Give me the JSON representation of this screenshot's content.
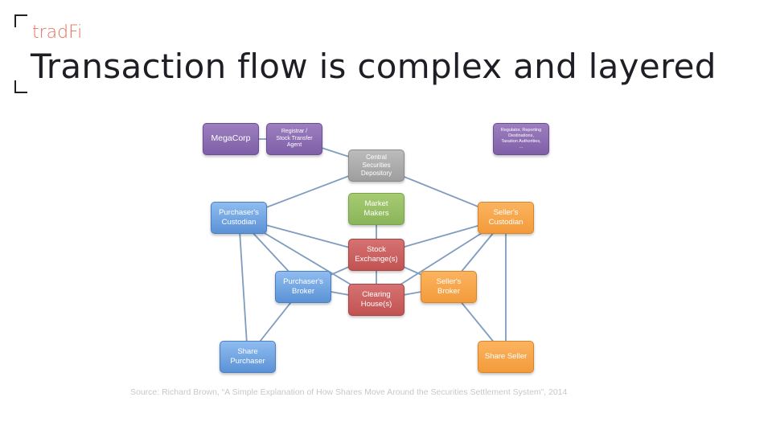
{
  "header": {
    "eyebrow": "tradFi",
    "title": "Transaction flow is complex and layered"
  },
  "diagram": {
    "nodes": {
      "megacorp": "MegaCorp",
      "registrar": "Registrar /\nStock Transfer\nAgent",
      "regulator": "Regulator, Reporting\nDestinations,\nTaxation Authorities,\n...",
      "csd": "Central\nSecurities\nDepository",
      "market_makers": "Market\nMakers",
      "purchaser_custodian": "Purchaser's\nCustodian",
      "seller_custodian": "Seller's\nCustodian",
      "stock_exchange": "Stock\nExchange(s)",
      "purchaser_broker": "Purchaser's\nBroker",
      "seller_broker": "Seller's\nBroker",
      "clearing_house": "Clearing\nHouse(s)",
      "share_purchaser": "Share\nPurchaser",
      "share_seller": "Share Seller"
    },
    "colors": {
      "purple": "#8a6bb3",
      "grey": "#ababab",
      "green": "#97bf65",
      "blue": "#6aa2e2",
      "red": "#cc5f5f",
      "orange": "#f7a54a",
      "edge": "#7f9cc0"
    },
    "edges": [
      [
        "megacorp",
        "registrar"
      ],
      [
        "registrar",
        "csd"
      ],
      [
        "csd",
        "purchaser_custodian"
      ],
      [
        "csd",
        "seller_custodian"
      ],
      [
        "market_makers",
        "stock_exchange"
      ],
      [
        "purchaser_custodian",
        "purchaser_broker"
      ],
      [
        "purchaser_custodian",
        "stock_exchange"
      ],
      [
        "purchaser_custodian",
        "clearing_house"
      ],
      [
        "purchaser_custodian",
        "share_purchaser"
      ],
      [
        "seller_custodian",
        "seller_broker"
      ],
      [
        "seller_custodian",
        "stock_exchange"
      ],
      [
        "seller_custodian",
        "clearing_house"
      ],
      [
        "seller_custodian",
        "share_seller"
      ],
      [
        "stock_exchange",
        "purchaser_broker"
      ],
      [
        "stock_exchange",
        "seller_broker"
      ],
      [
        "stock_exchange",
        "clearing_house"
      ],
      [
        "purchaser_broker",
        "clearing_house"
      ],
      [
        "seller_broker",
        "clearing_house"
      ],
      [
        "purchaser_broker",
        "share_purchaser"
      ],
      [
        "seller_broker",
        "share_seller"
      ]
    ]
  },
  "footer": {
    "source": "Source: Richard Brown, “A Simple Explanation of How Shares Move Around the Securities Settlement System”, 2014"
  }
}
